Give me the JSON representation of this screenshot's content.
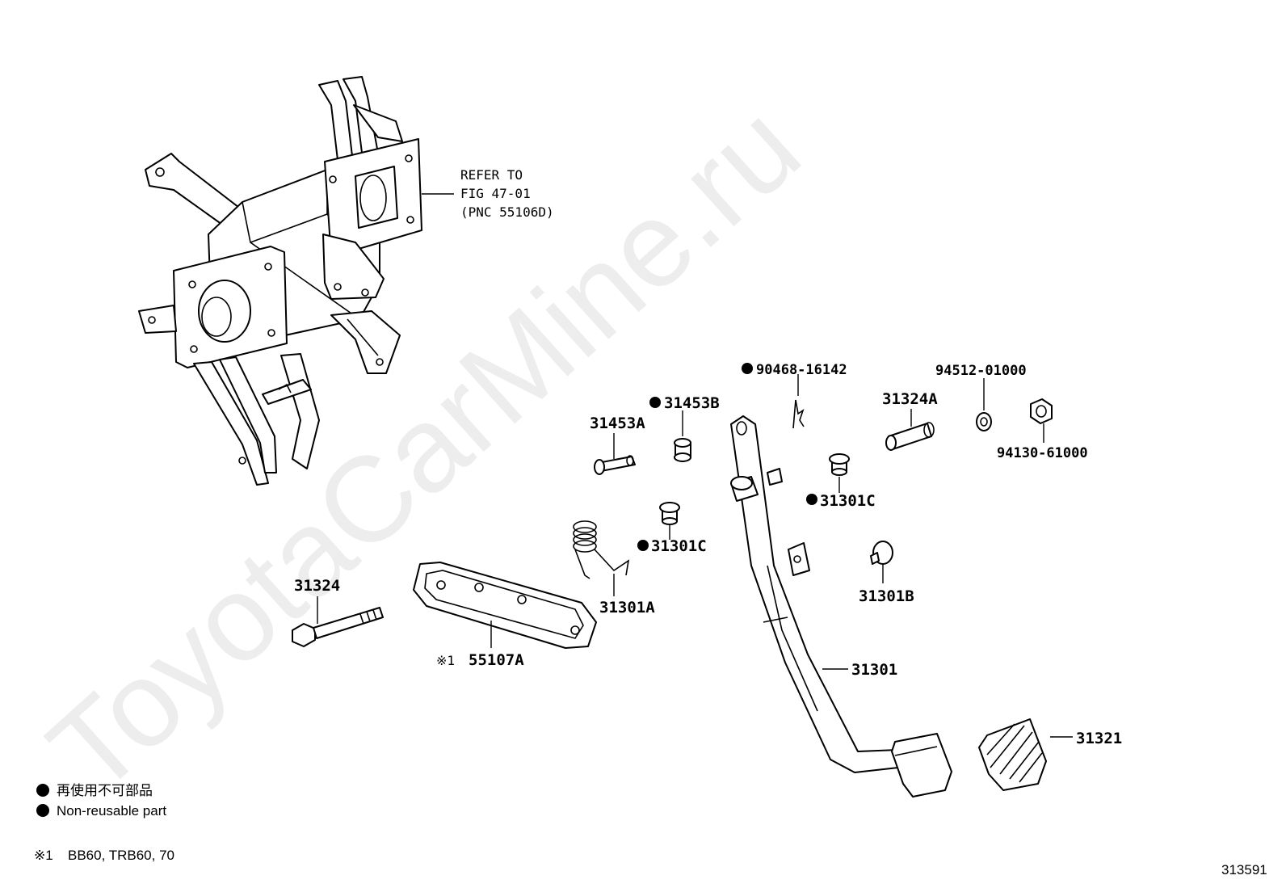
{
  "watermark": "ToyotaCarMine.ru",
  "reference_note": {
    "line1": "REFER TO",
    "line2": "FIG 47-01",
    "line3": "(PNC 55106D)"
  },
  "parts": {
    "p31453A": "31453A",
    "p31453B": "31453B",
    "p90468": "90468-16142",
    "p31324A": "31324A",
    "p94512": "94512-01000",
    "p94130": "94130-61000",
    "p31301C_upper": "31301C",
    "p31301C_lower": "31301C",
    "p31301B": "31301B",
    "p31301A": "31301A",
    "p31324": "31324",
    "p55107A": "55107A",
    "p31301": "31301",
    "p31321": "31321"
  },
  "footnote_mark": "※1",
  "legend": {
    "item1": "再使用不可部品",
    "item2": "Non-reusable part"
  },
  "footnote": {
    "mark": "※1",
    "text": "BB60, TRB60, 70"
  },
  "diagram_id": "313591"
}
